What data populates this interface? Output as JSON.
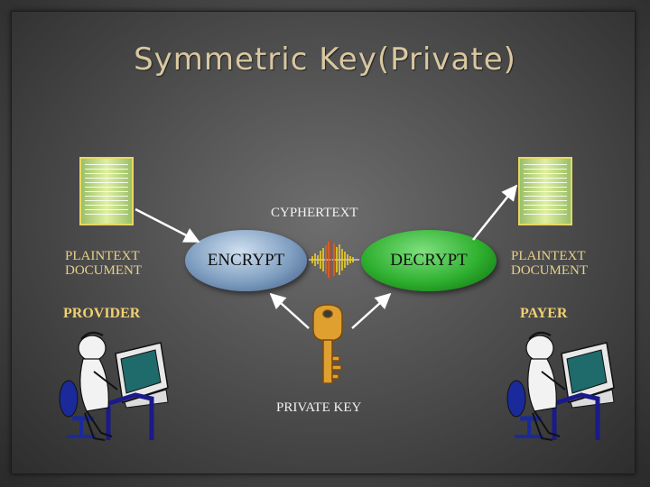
{
  "title": "Symmetric Key(Private)",
  "labels": {
    "cyphertext": "CYPHERTEXT",
    "plaintext_left": "PLAINTEXT\nDOCUMENT",
    "plaintext_right": "PLAINTEXT\nDOCUMENT",
    "provider": "PROVIDER",
    "payer": "PAYER",
    "private_key": "PRIVATE KEY"
  },
  "nodes": {
    "encrypt": "ENCRYPT",
    "decrypt": "DECRYPT"
  },
  "icons": {
    "document": "document-icon",
    "key": "key-icon",
    "signal": "waveform-icon",
    "person": "person-at-computer-icon"
  },
  "colors": {
    "title": "#d8c7a0",
    "label": "#e8d08a",
    "encrypt": "#7f9ec0",
    "decrypt": "#2fb02f",
    "key": "#e0a030",
    "document_border": "#e8d860"
  }
}
